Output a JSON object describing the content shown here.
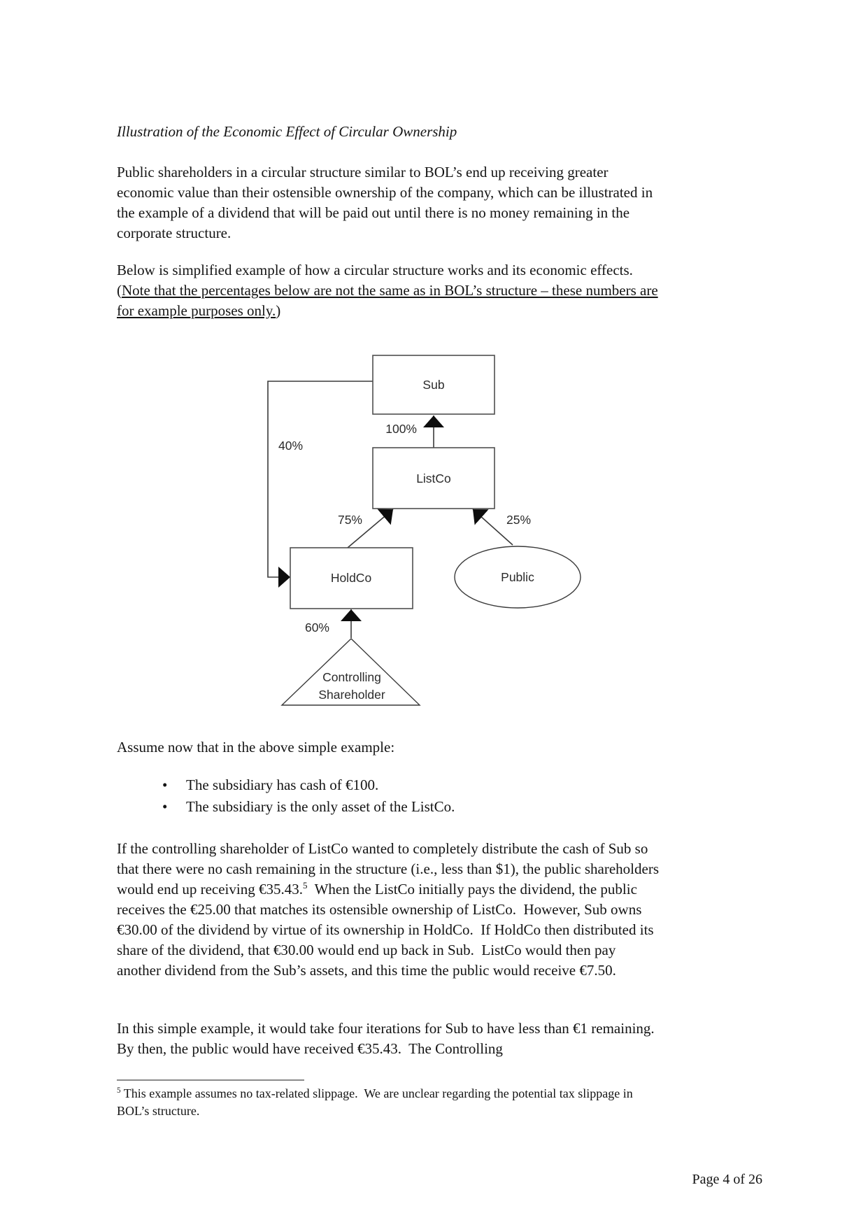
{
  "page": {
    "title": "Illustration of the Economic Effect of Circular Ownership",
    "footer": "Page 4 of 26"
  },
  "paragraphs": {
    "p1": "Public shareholders in a circular structure similar to BOL’s end up receiving greater economic value than their ostensible ownership of the company, which can be illustrated in the example of a dividend that will be paid out until there is no money remaining in the corporate structure.",
    "p2_lead": "Below is simplified example of how a circular structure works and its economic effects.  (",
    "p2_underlined": "Note that the percentages below are not the same as in BOL’s structure – these numbers are for example purposes only.",
    "p2_tail": ")",
    "assume": "Assume now that in the above simple example:",
    "p3_before_sup": "If the controlling shareholder of ListCo wanted to completely distribute the cash of Sub so that there were no cash remaining in the structure (i.e., less than $1), the public shareholders would end up receiving €35.43.",
    "p3_sup": "5",
    "p3_after_sup": "  When the ListCo initially pays the dividend, the public receives the €25.00 that matches its ostensible ownership of ListCo.  However, Sub owns €30.00 of the dividend by virtue of its ownership in HoldCo.  If HoldCo then distributed its share of the dividend, that €30.00 would end up back in Sub.  ListCo would then pay another dividend from the Sub’s assets, and this time the public would receive €7.50.",
    "p4": "In this simple example, it would take four iterations for Sub to have less than €1 remaining.  By then, the public would have received €35.43.  The Controlling"
  },
  "list": {
    "bullet_glyph": "•",
    "items": [
      "The subsidiary has cash of €100.",
      "The subsidiary is the only asset of the ListCo."
    ]
  },
  "footnote": {
    "marker": "5",
    "text": " This example assumes no tax-related slippage.  We are unclear regarding the potential tax slippage in BOL’s structure."
  },
  "diagram": {
    "nodes": {
      "sub": "Sub",
      "listco": "ListCo",
      "holdco": "HoldCo",
      "public": "Public",
      "controlling_line1": "Controlling",
      "controlling_line2": "Shareholder"
    },
    "labels": {
      "pct_100": "100%",
      "pct_40": "40%",
      "pct_75": "75%",
      "pct_25": "25%",
      "pct_60": "60%"
    }
  },
  "colors": {
    "text": "#141414",
    "box_border": "#4f4f4f",
    "edge_line": "#3a3a3a",
    "arrowhead": "#0d0d0d",
    "footnote_rule": "#8a8a8a",
    "background": "#ffffff"
  }
}
